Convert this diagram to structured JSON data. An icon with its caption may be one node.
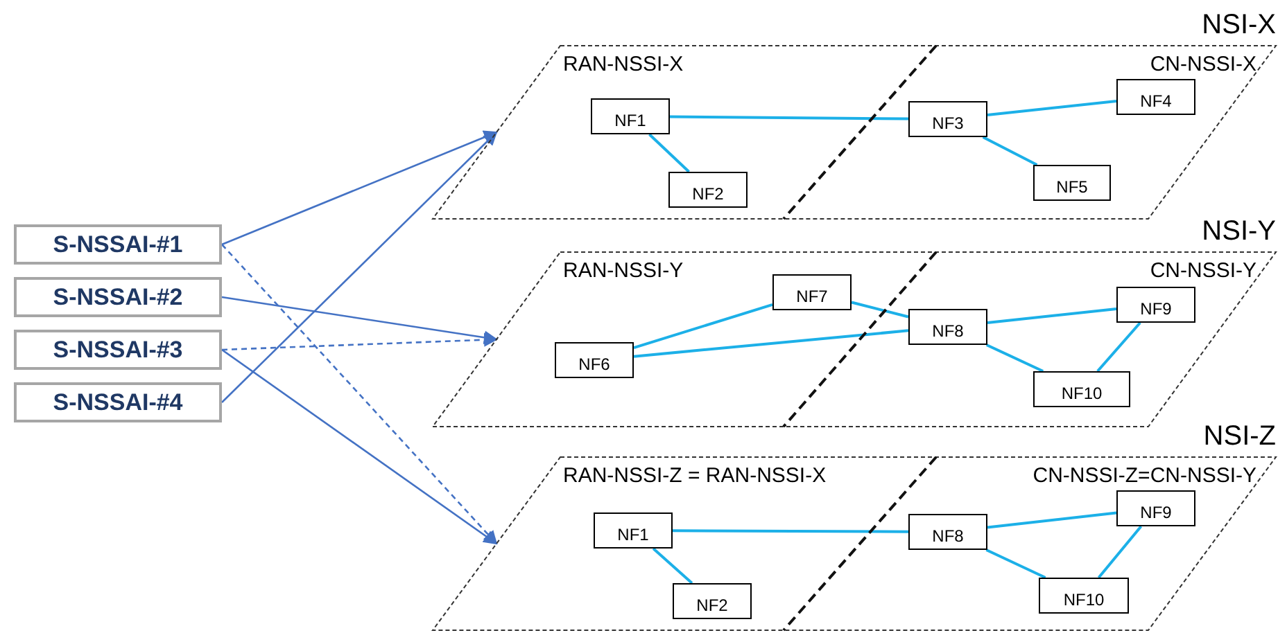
{
  "diagram": {
    "nodes": [
      {
        "text": [
          "S-NSSAI-#1"
        ]
      },
      {
        "text": [
          "S-NSSAI-#2"
        ]
      },
      {
        "text": [
          "S-NSSAI-#3"
        ]
      },
      {
        "text": [
          "S-NSSAI-#4"
        ]
      },
      {
        "text": [
          "NSI-X",
          "RAN-NSSI-X",
          "CN-NSSI-X"
        ]
      },
      {
        "text": [
          "NF1"
        ],
        "in": 4
      },
      {
        "text": [
          "NF2"
        ],
        "in": 4
      },
      {
        "text": [
          "NF3"
        ],
        "in": 4
      },
      {
        "text": [
          "NF4"
        ],
        "in": 4
      },
      {
        "text": [
          "NF5"
        ],
        "in": 4
      },
      {
        "text": [
          "NSI-Y",
          "RAN-NSSI-Y",
          "CN-NSSI-Y"
        ]
      },
      {
        "text": [
          "NF6"
        ],
        "in": 10
      },
      {
        "text": [
          "NF7"
        ],
        "in": 10
      },
      {
        "text": [
          "NF8"
        ],
        "in": 10
      },
      {
        "text": [
          "NF9"
        ],
        "in": 10
      },
      {
        "text": [
          "NF10"
        ],
        "in": 10
      },
      {
        "text": [
          "NSI-Z",
          "RAN-NSSI-Z = RAN-NSSI-X",
          "CN-NSSI-Z=CN-NSSI-Y"
        ]
      },
      {
        "text": [
          "NF1"
        ],
        "in": 16
      },
      {
        "text": [
          "NF2"
        ],
        "in": 16
      },
      {
        "text": [
          "NF8"
        ],
        "in": 16
      },
      {
        "text": [
          "NF9"
        ],
        "in": 16
      },
      {
        "text": [
          "NF10"
        ],
        "in": 16
      }
    ],
    "edges": [
      {
        "from": 0,
        "to": 4,
        "arrow": "to",
        "color": "#4472c4"
      },
      {
        "from": 0,
        "to": 16,
        "arrow": "to",
        "style": "dashed",
        "color": "#4472c4"
      },
      {
        "from": 1,
        "to": 10,
        "arrow": "to",
        "color": "#4472c4"
      },
      {
        "from": 2,
        "to": 10,
        "arrow": "to",
        "style": "dashed",
        "color": "#4472c4"
      },
      {
        "from": 2,
        "to": 16,
        "arrow": "to",
        "color": "#4472c4"
      },
      {
        "from": 3,
        "to": 4,
        "arrow": "to",
        "color": "#4472c4"
      },
      {
        "from": 5,
        "to": 7,
        "arrow": "none"
      },
      {
        "from": 5,
        "to": 6,
        "arrow": "none"
      },
      {
        "from": 7,
        "to": 8,
        "arrow": "none"
      },
      {
        "from": 7,
        "to": 9,
        "arrow": "none"
      },
      {
        "from": 11,
        "to": 12,
        "arrow": "none"
      },
      {
        "from": 11,
        "to": 13,
        "arrow": "none"
      },
      {
        "from": 12,
        "to": 13,
        "arrow": "none"
      },
      {
        "from": 13,
        "to": 14,
        "arrow": "none"
      },
      {
        "from": 13,
        "to": 15,
        "arrow": "none"
      },
      {
        "from": 14,
        "to": 15,
        "arrow": "none"
      },
      {
        "from": 17,
        "to": 19,
        "arrow": "none"
      },
      {
        "from": 17,
        "to": 18,
        "arrow": "none"
      },
      {
        "from": 19,
        "to": 20,
        "arrow": "none"
      },
      {
        "from": 19,
        "to": 21,
        "arrow": "none"
      },
      {
        "from": 20,
        "to": 21,
        "arrow": "none"
      }
    ]
  }
}
